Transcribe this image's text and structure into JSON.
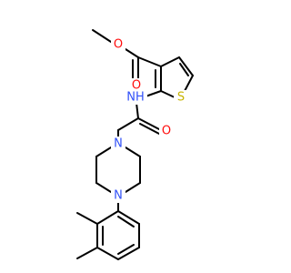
{
  "colors": {
    "bond": "#000000",
    "oxygen": "#ff0d0d",
    "nitrogen": "#3050f8",
    "sulfur": "#c8b400",
    "background": "#ffffff"
  },
  "atoms": {
    "o_ether": "O",
    "o_carbonyl": "O",
    "nh": "NH",
    "s": "S",
    "o_amide": "O",
    "n_piperazine_top": "N",
    "n_piperazine_bottom": "N"
  }
}
